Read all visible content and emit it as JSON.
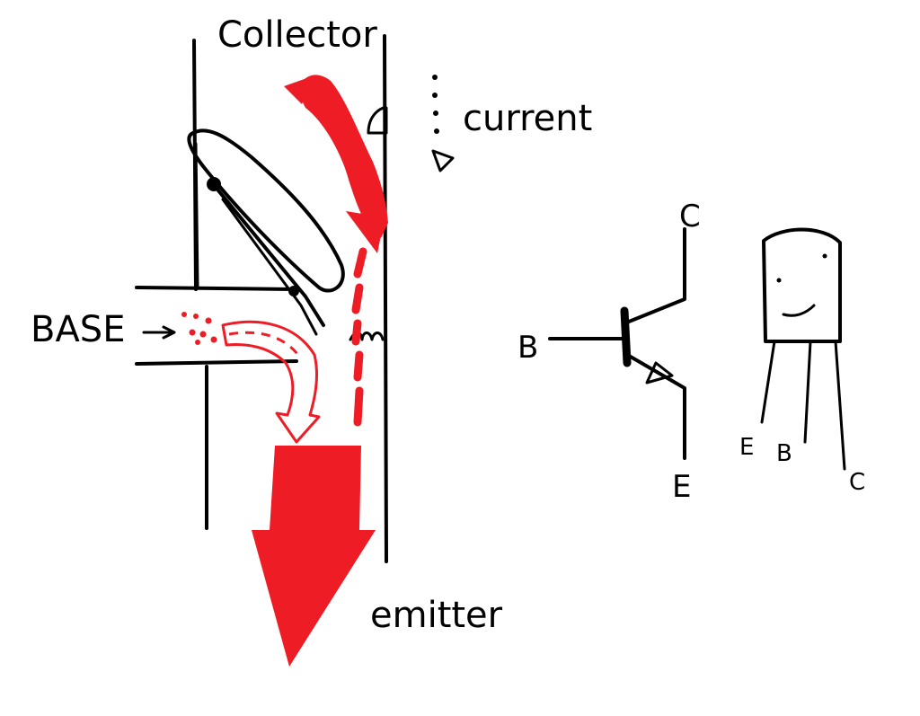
{
  "labels": {
    "collector": "Collector",
    "current": "current",
    "base": "BASE",
    "emitter": "emitter"
  },
  "symbol": {
    "c": "C",
    "b": "B",
    "e": "E"
  },
  "package": {
    "e": "E",
    "b": "B",
    "c": "C"
  },
  "colors": {
    "ink": "#000000",
    "current": "#ee1c25",
    "background": "#ffffff"
  }
}
